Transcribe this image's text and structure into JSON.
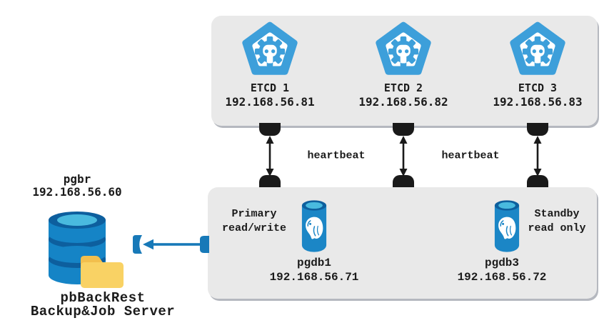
{
  "etcd_cluster": {
    "nodes": [
      {
        "name": "ETCD 1",
        "ip": "192.168.56.81"
      },
      {
        "name": "ETCD 2",
        "ip": "192.168.56.82"
      },
      {
        "name": "ETCD 3",
        "ip": "192.168.56.83"
      }
    ]
  },
  "heartbeats": {
    "labels": [
      "heartbeat",
      "heartbeat"
    ]
  },
  "pg_cluster": {
    "nodes": [
      {
        "name": "pgdb1",
        "ip": "192.168.56.71",
        "role": [
          "Primary",
          "read/write"
        ]
      },
      {
        "name": "pgdb3",
        "ip": "192.168.56.72",
        "role": [
          "Standby",
          "read only"
        ]
      }
    ]
  },
  "backup_server": {
    "name": "pgbr",
    "ip": "192.168.56.60",
    "caption": [
      "pbBackRest",
      "Backup&Job Server"
    ]
  },
  "colors": {
    "box_bg": "#e9e9e9",
    "box_shadow": "#b5b8bf",
    "connector_black": "#1a1a1a",
    "etcd_blue": "#3d9fda",
    "pg_blue": "#1b86c6",
    "pg_dark_blue": "#0d5f9e",
    "pg_light_blue": "#49badf",
    "folder_yellow": "#f9d264",
    "folder_tab_yellow": "#f2bf4d",
    "arrow_blue": "#1779b8",
    "text": "#1b1b1b"
  }
}
